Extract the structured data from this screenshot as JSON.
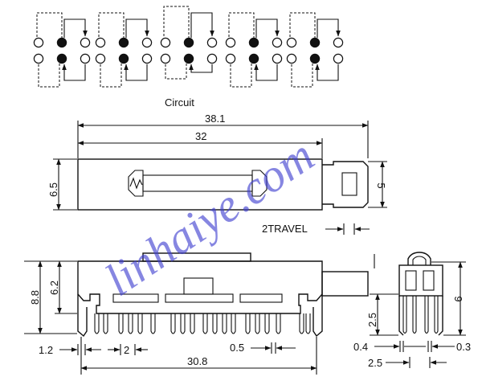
{
  "circuit": {
    "caption": "Circuit",
    "switch_count": 5
  },
  "dimensions": {
    "overall_length": "38.1",
    "body_length": "32",
    "body_height": "6.5",
    "actuator_width": "5",
    "travel": "2TRAVEL",
    "total_height": "8.8",
    "body_side_height": "6.2",
    "pin_offset": "1.2",
    "pin_pitch": "2",
    "pin_width": "0.5",
    "pin_span": "30.8",
    "side_height": "9",
    "side_pin_height": "2.5",
    "side_pin_width_left": "0.4",
    "side_pin_width_right": "0.3",
    "side_pin_pitch": "2.5"
  },
  "watermark": "linhaiye.com",
  "colors": {
    "line": "#111111",
    "watermark": "#3d3dd0"
  }
}
